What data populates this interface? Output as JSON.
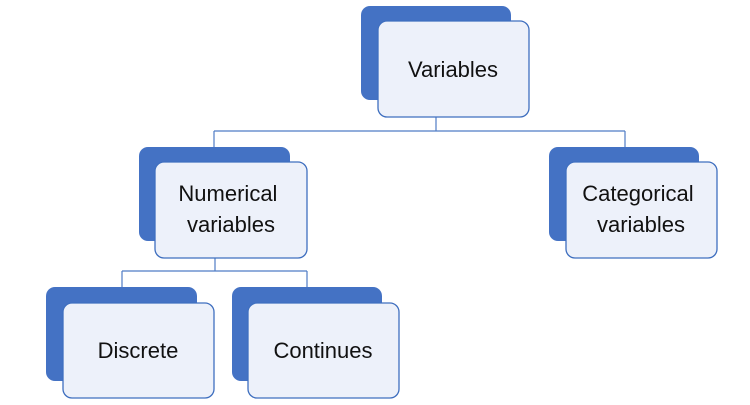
{
  "colors": {
    "back_box": "#4472c4",
    "front_box": "#edf1fa",
    "border": "#3f6fbf",
    "connector": "#4f7cc5"
  },
  "nodes": {
    "variables": {
      "lines": [
        "Variables"
      ]
    },
    "numerical": {
      "lines": [
        "Numerical",
        "variables"
      ]
    },
    "categorical": {
      "lines": [
        "Categorical",
        "variables"
      ]
    },
    "discrete": {
      "lines": [
        "Discrete"
      ]
    },
    "continues": {
      "lines": [
        "Continues"
      ]
    }
  }
}
